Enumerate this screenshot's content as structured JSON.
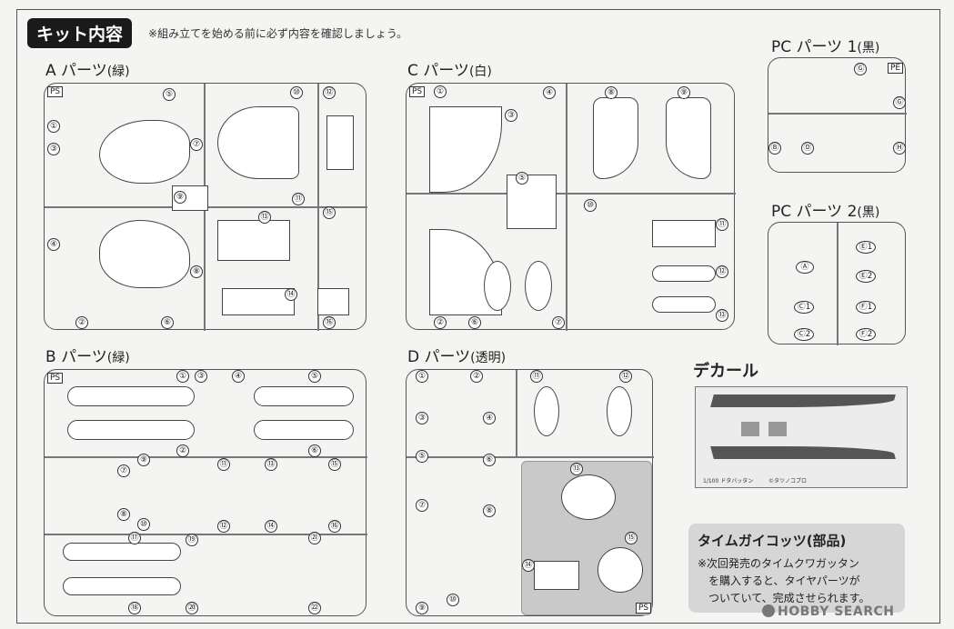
{
  "header": {
    "title": "キット内容",
    "note": "※組み立てを始める前に必ず内容を確認しましょう。"
  },
  "sections": {
    "a": {
      "label": "A パーツ",
      "color": "(緑)"
    },
    "b": {
      "label": "B パーツ",
      "color": "(緑)"
    },
    "c": {
      "label": "C パーツ",
      "color": "(白)"
    },
    "d": {
      "label": "D パーツ",
      "color": "(透明)"
    },
    "pc1": {
      "label": "PC パーツ 1",
      "color": "(黒)"
    },
    "pc2": {
      "label": "PC パーツ 2",
      "color": "(黒)"
    },
    "decal": {
      "label": "デカール"
    }
  },
  "runner_labels": {
    "ps": "PS",
    "pe": "PE",
    "a_nums": [
      "①",
      "②",
      "③",
      "④",
      "⑤",
      "⑥",
      "⑦",
      "⑧",
      "⑨",
      "⑩",
      "⑪",
      "⑫",
      "⑬",
      "⑭",
      "⑮",
      "⑯"
    ],
    "b_nums": [
      "①",
      "②",
      "③",
      "④",
      "⑤",
      "⑥",
      "⑦",
      "⑧",
      "⑨",
      "⑩",
      "⑪",
      "⑫",
      "⑬",
      "⑭",
      "⑮",
      "⑯",
      "⑰",
      "⑱",
      "⑲",
      "⑳",
      "㉑",
      "㉒"
    ],
    "c_nums": [
      "①",
      "②",
      "③",
      "④",
      "⑤",
      "⑥",
      "⑦",
      "⑧",
      "⑨",
      "⑩",
      "⑪",
      "⑫",
      "⑬"
    ],
    "d_nums": [
      "①",
      "②",
      "③",
      "④",
      "⑤",
      "⑥",
      "⑦",
      "⑧",
      "⑨",
      "⑩",
      "⑪",
      "⑫",
      "⑬",
      "⑭",
      "⑮"
    ],
    "pc1_nums": [
      "Ⓑ",
      "Ⓓ",
      "Ⓖ",
      "Ⓖ",
      "Ⓗ"
    ],
    "pc2_nums": [
      "Ⓐ",
      "Ⓒ1",
      "Ⓒ2",
      "Ⓔ1",
      "Ⓔ2",
      "Ⓕ1",
      "Ⓕ2"
    ]
  },
  "decal_text": {
    "left": "1/100 ドタバッタン",
    "right": "©タツノコプロ"
  },
  "info": {
    "title": "タイムガイコッツ(部品)",
    "line1": "※次回発売のタイムクワガッタン",
    "line2": "を購入すると、タイヤパーツが",
    "line3": "ついていて、完成させられます。"
  },
  "watermark": "HOBBY SEARCH"
}
